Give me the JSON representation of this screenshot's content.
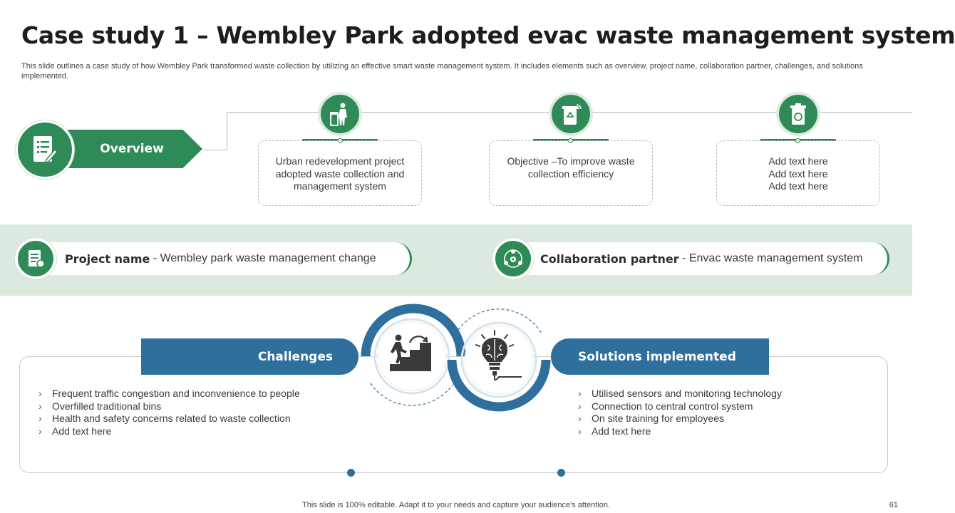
{
  "title": "Case study 1 – Wembley Park adopted evac waste management system",
  "subtitle": "This slide outlines a case study of how Wembley Park transformed waste collection by utilizing an effective smart waste management system. It includes elements such as overview, project name, collaboration partner, challenges, and solutions implemented.",
  "overview": {
    "label": "Overview",
    "icon": "document-checklist-icon",
    "cards": [
      {
        "icon": "person-trash-bin-icon",
        "lines": [
          "Urban redevelopment project",
          "adopted waste collection and",
          "management system"
        ]
      },
      {
        "icon": "smart-recycle-bin-icon",
        "lines": [
          "Objective –To improve waste",
          "collection efficiency"
        ]
      },
      {
        "icon": "recycle-bin-icon",
        "lines": [
          "Add text here",
          "Add text here",
          "Add text here"
        ]
      }
    ]
  },
  "project": {
    "label": "Project name",
    "separator": " - ",
    "value": "Wembley park waste management change",
    "icon": "project-document-icon"
  },
  "partner": {
    "label": "Collaboration partner",
    "separator": " - ",
    "value": "Envac waste management system",
    "icon": "team-gear-icon"
  },
  "challenges": {
    "label": "Challenges",
    "icon": "person-climbing-stairs-icon",
    "items": [
      "Frequent traffic congestion and inconvenience to people",
      "Overfilled traditional bins",
      "Health and safety concerns related to waste collection",
      "Add text here"
    ]
  },
  "solutions": {
    "label": "Solutions implemented",
    "icon": "brain-lightbulb-icon",
    "items": [
      "Utilised sensors and monitoring technology",
      "Connection to central control system",
      "On site training for employees",
      "Add text here"
    ]
  },
  "bullet_glyph": "›",
  "footer": "This slide is 100% editable. Adapt it to your needs and capture your audience's attention.",
  "page_number": "61",
  "colors": {
    "green": "#2e8b57",
    "light_green": "#dbe9de",
    "blue": "#2e6f9e"
  }
}
